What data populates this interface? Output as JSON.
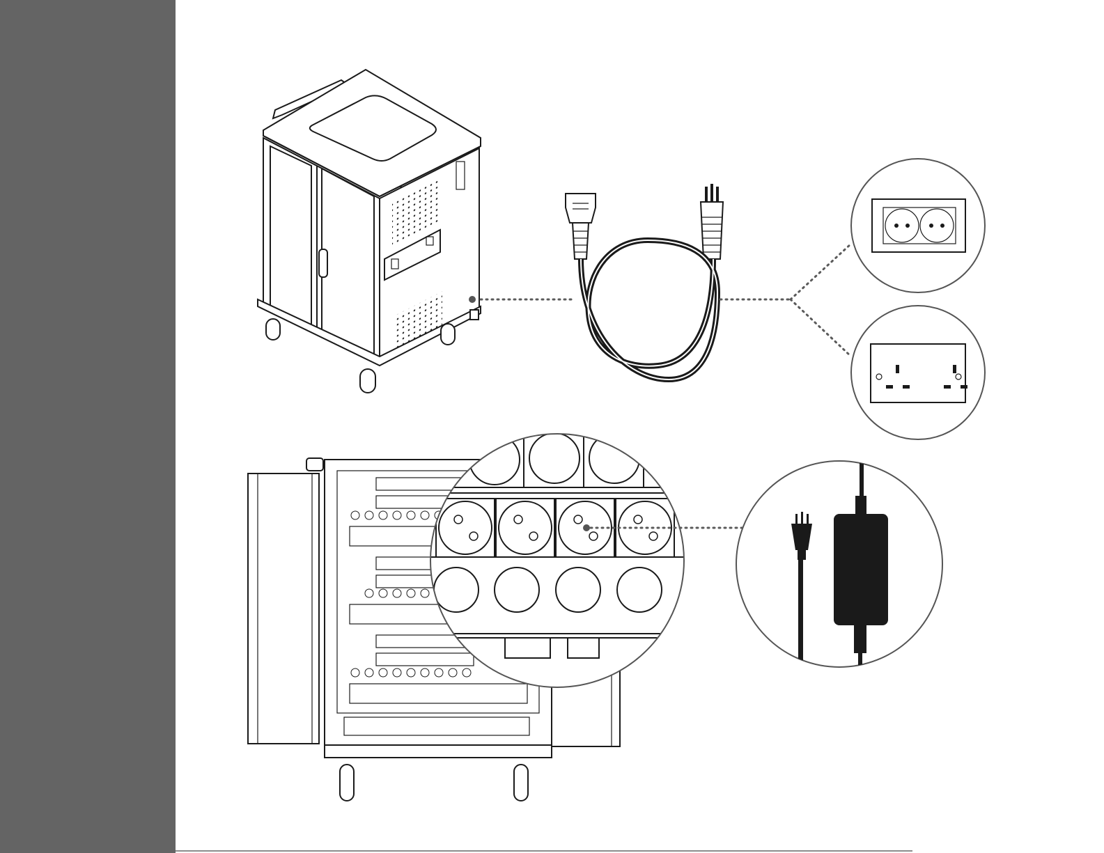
{
  "colors": {
    "sidebar": "#646464",
    "line": "#1a1a1a",
    "connector": "#5a5a5a",
    "callout_border": "#555555",
    "background": "#ffffff"
  },
  "icons": [
    "charging-cart",
    "iec-c13-connector",
    "us-plug",
    "power-cord-coil",
    "schuko-socket",
    "uk-socket",
    "cart-interior-power-strips",
    "schuko-outlet-closeup",
    "small-us-plug",
    "power-adapter-brick"
  ]
}
